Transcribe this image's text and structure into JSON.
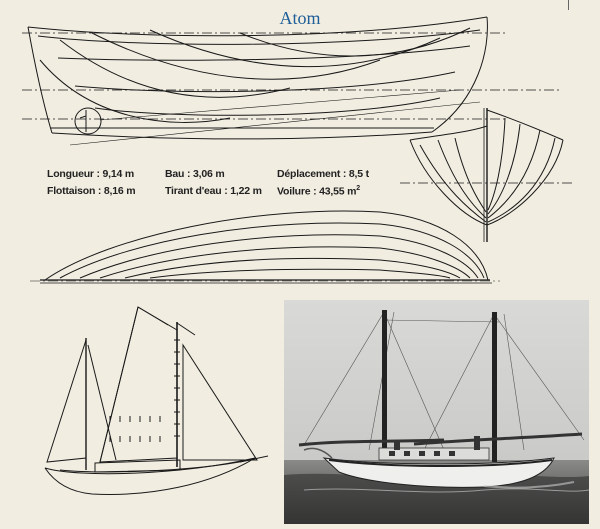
{
  "title": "Atom",
  "specs": {
    "longueur": "Longueur : 9,14 m",
    "flottaison": "Flottaison : 8,16 m",
    "bau": "Bau : 3,06 m",
    "tirant": "Tirant d'eau : 1,22 m",
    "deplacement": "Déplacement : 8,5 t",
    "voilure": "Voilure : 43,55 m",
    "voilure_unit_sup": "2"
  },
  "colors": {
    "background": "#f1ede1",
    "title": "#1f5f99",
    "line": "#1a1a1a"
  }
}
